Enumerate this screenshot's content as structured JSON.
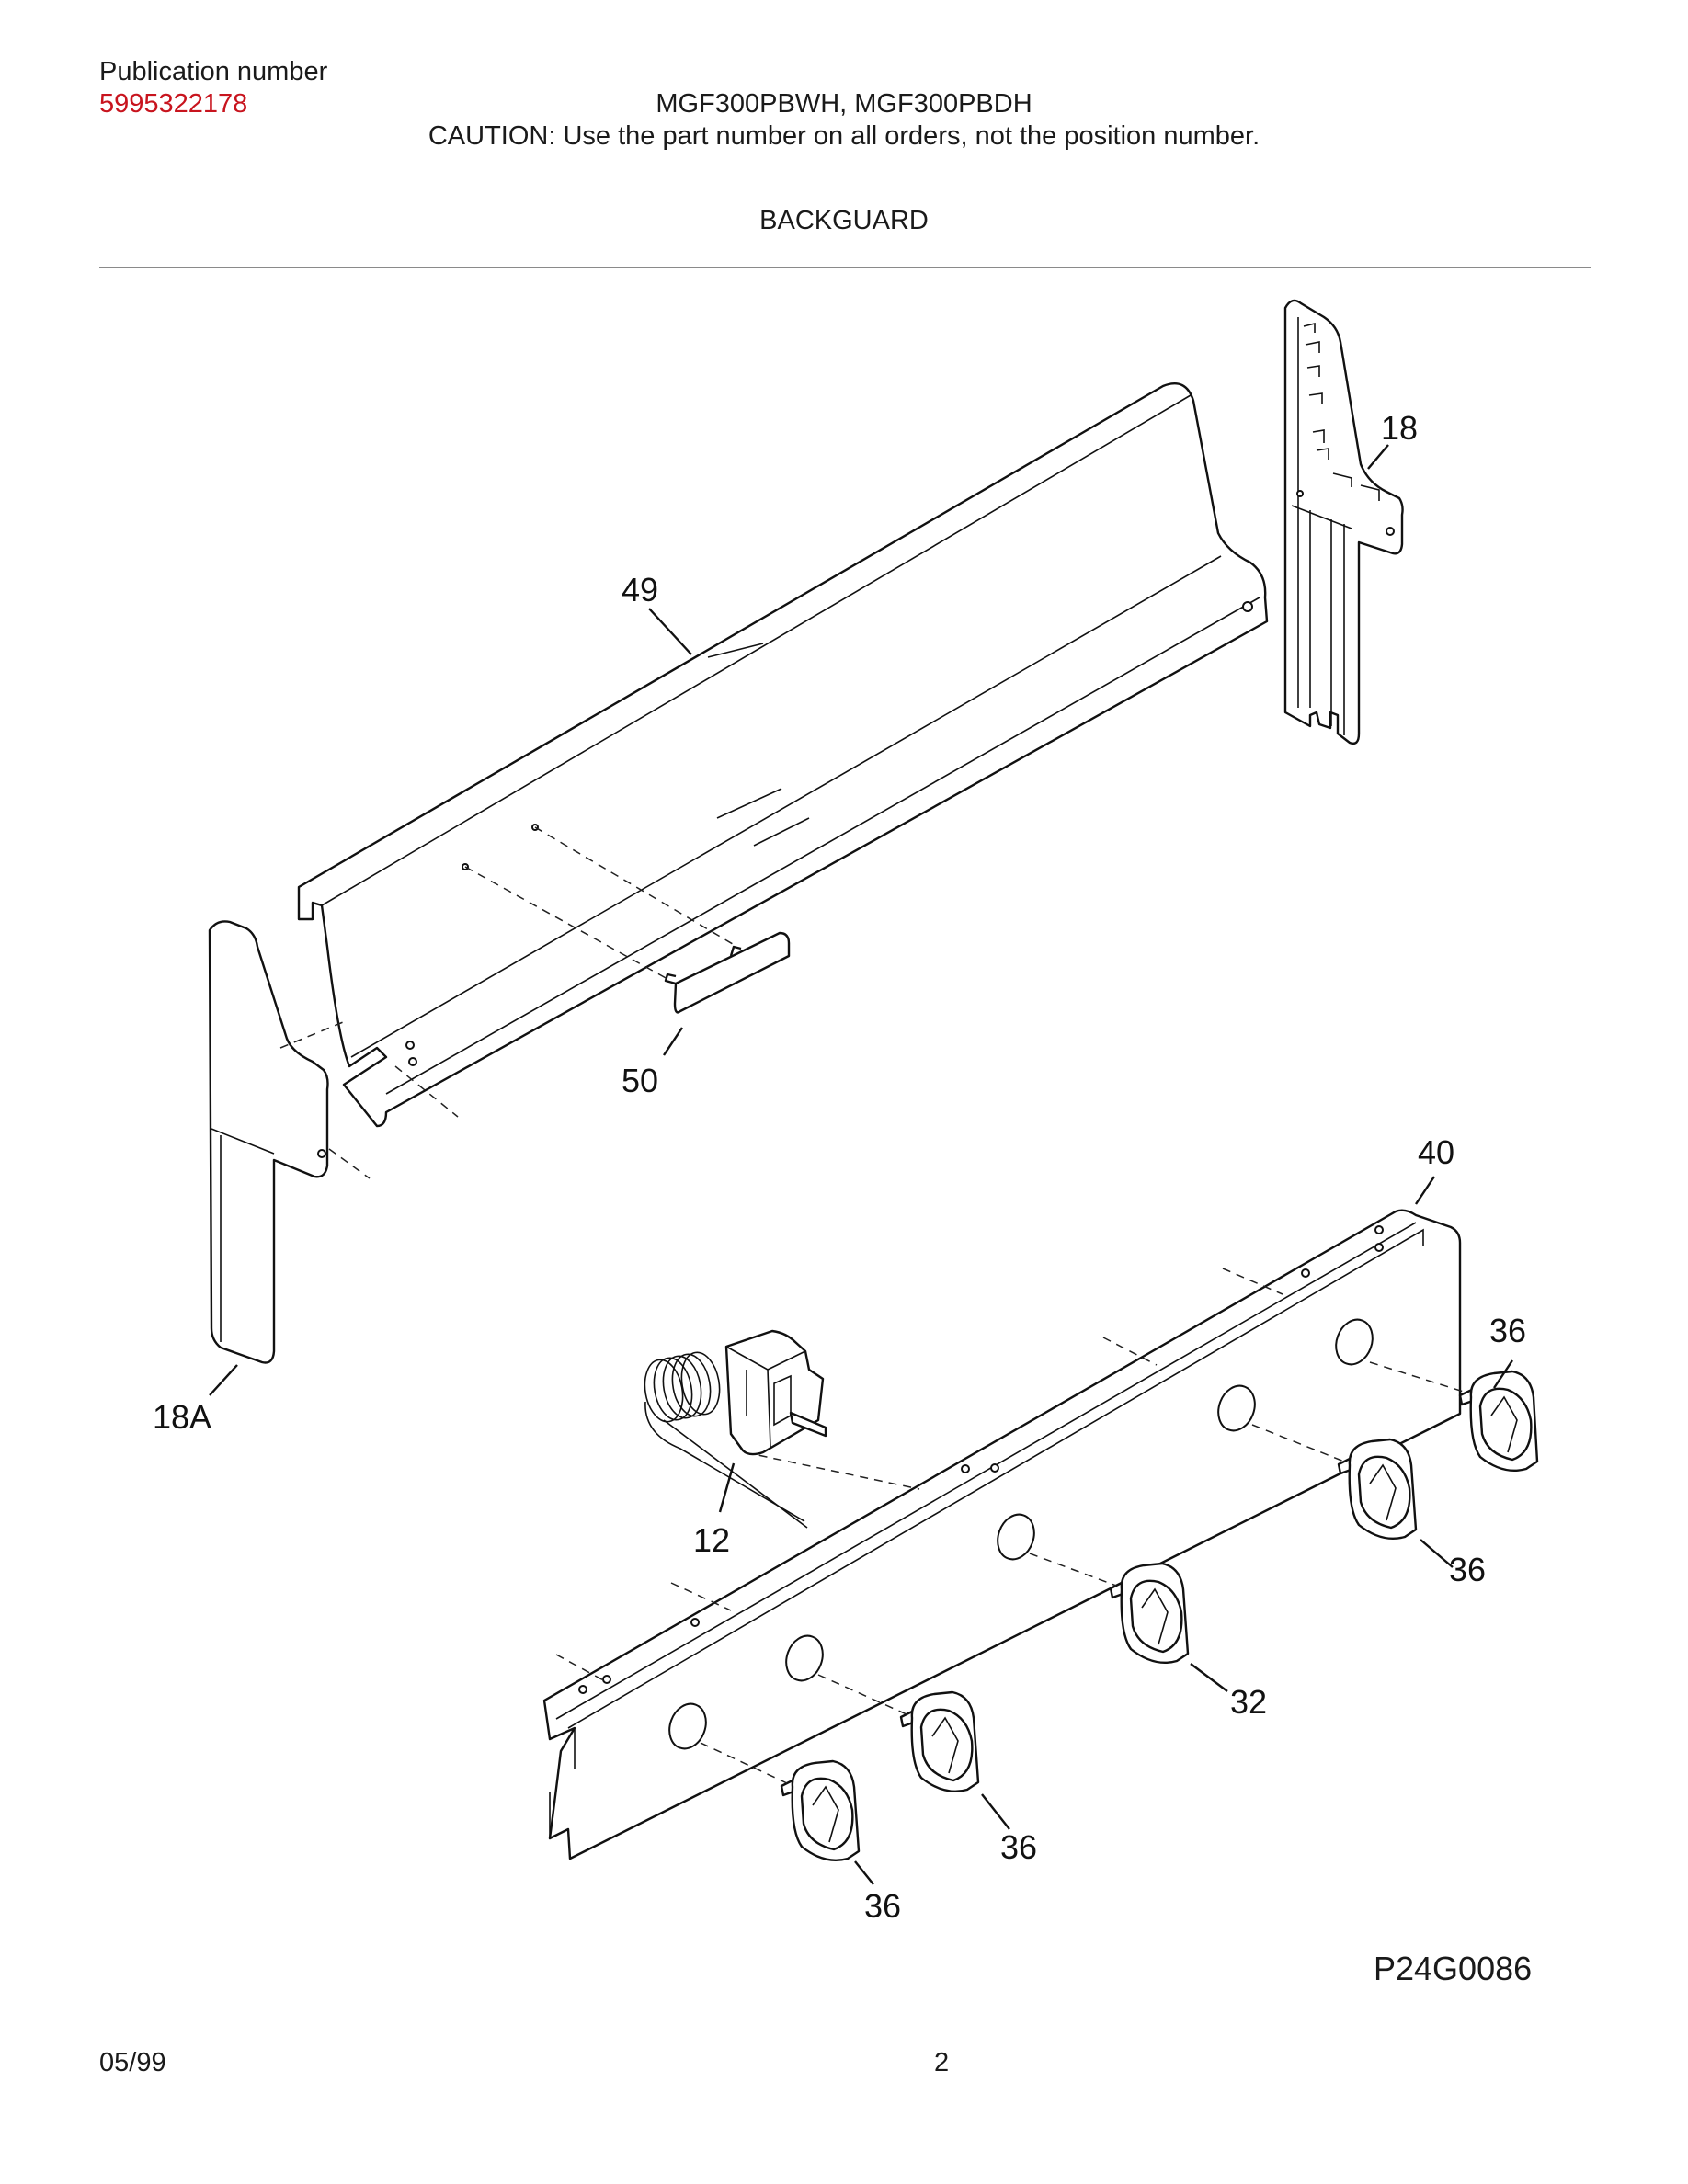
{
  "header": {
    "publication_label": "Publication number",
    "publication_number": "5995322178",
    "models": "MGF300PBWH, MGF300PBDH",
    "caution": "CAUTION:  Use the part number on all orders, not the position number.",
    "section_title": "BACKGUARD"
  },
  "callouts": {
    "p49": "49",
    "p18": "18",
    "p18a": "18A",
    "p50": "50",
    "p40": "40",
    "p12": "12",
    "p36_a": "36",
    "p36_b": "36",
    "p36_c": "36",
    "p36_d": "36",
    "p32": "32"
  },
  "diagram_code": "P24G0086",
  "footer": {
    "date": "05/99",
    "page_number": "2"
  },
  "colors": {
    "publication_number": "#c8141e",
    "rule": "#8a8a8a"
  }
}
